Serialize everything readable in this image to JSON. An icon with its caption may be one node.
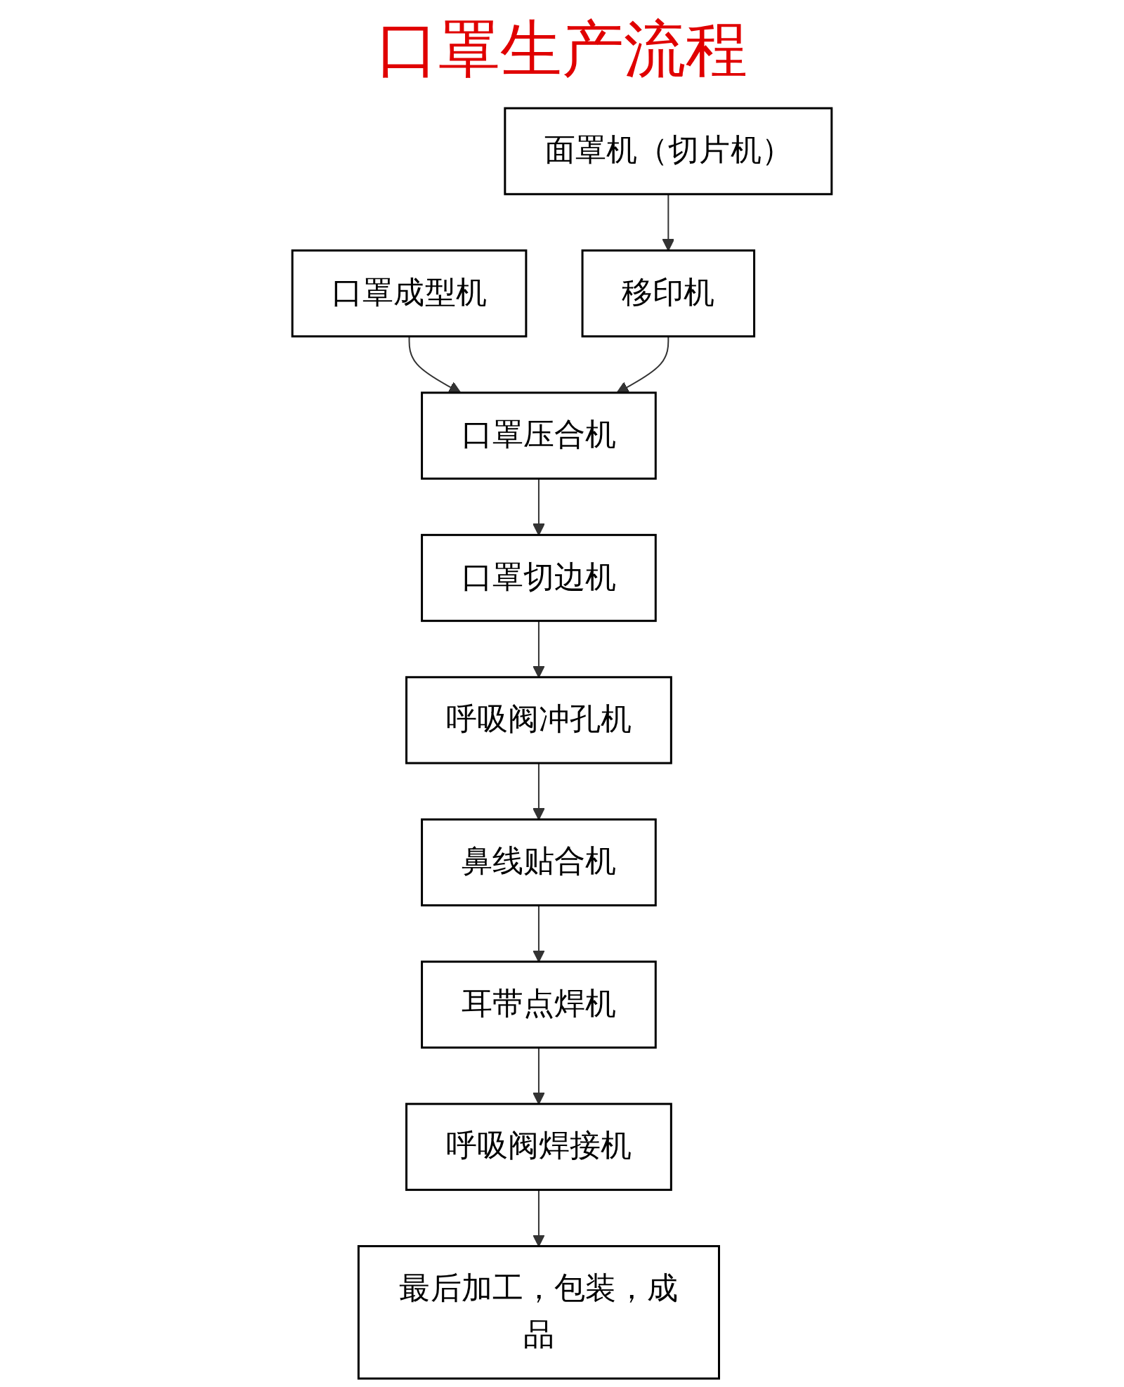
{
  "diagram": {
    "title": "口罩生产流程",
    "nodes": [
      {
        "text": [
          "口罩成型机"
        ]
      },
      {
        "text": [
          "面罩机（切片机）"
        ]
      },
      {
        "text": [
          "移印机"
        ]
      },
      {
        "text": [
          "口罩压合机"
        ]
      },
      {
        "text": [
          "口罩切边机"
        ]
      },
      {
        "text": [
          "呼吸阀冲孔机"
        ]
      },
      {
        "text": [
          "鼻线贴合机"
        ]
      },
      {
        "text": [
          "耳带点焊机"
        ]
      },
      {
        "text": [
          "呼吸阀焊接机"
        ]
      },
      {
        "text": [
          "最后加工，包装，成品"
        ]
      }
    ],
    "edges": [
      {
        "from": 1,
        "to": 2,
        "arrow": "to"
      },
      {
        "from": 0,
        "to": 3,
        "arrow": "to"
      },
      {
        "from": 2,
        "to": 3,
        "arrow": "to"
      },
      {
        "from": 3,
        "to": 4,
        "arrow": "to"
      },
      {
        "from": 4,
        "to": 5,
        "arrow": "to"
      },
      {
        "from": 5,
        "to": 6,
        "arrow": "to"
      },
      {
        "from": 6,
        "to": 7,
        "arrow": "to"
      },
      {
        "from": 7,
        "to": 8,
        "arrow": "to"
      },
      {
        "from": 8,
        "to": 9,
        "arrow": "to"
      }
    ]
  }
}
